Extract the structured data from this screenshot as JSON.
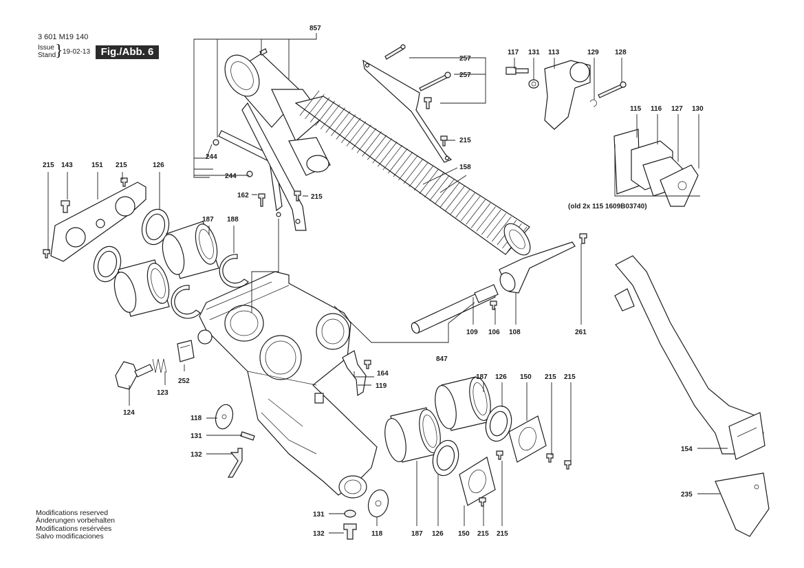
{
  "header": {
    "doc_number": "3 601 M19 140",
    "issue_label": "Issue",
    "stand_label": "Stand",
    "brace": "}",
    "date": "19-02-13",
    "figure": "Fig./Abb. 6"
  },
  "callouts": {
    "c857": "857",
    "c257a": "257",
    "c257b": "257",
    "c215_top": "215",
    "c244a": "244",
    "c244b": "244",
    "c158": "158",
    "c162": "162",
    "c215_mid": "215",
    "c215_left1": "215",
    "c143": "143",
    "c151": "151",
    "c215_left2": "215",
    "c126_top": "126",
    "c187_top": "187",
    "c188": "188",
    "c117": "117",
    "c131_top": "131",
    "c113": "113",
    "c129": "129",
    "c128": "128",
    "c115": "115",
    "c116": "116",
    "c127": "127",
    "c130": "130",
    "note_old": "(old 2x 115 1609B03740)",
    "c261": "261",
    "c109": "109",
    "c106": "106",
    "c108": "108",
    "c847": "847",
    "c164": "164",
    "c119": "119",
    "c252": "252",
    "c123": "123",
    "c124": "124",
    "c118_left": "118",
    "c131_left": "131",
    "c132_left": "132",
    "c187_mid": "187",
    "c126_mid": "126",
    "c150_mid": "150",
    "c215_r1": "215",
    "c215_r2": "215",
    "c154": "154",
    "c235": "235",
    "c131_bot": "131",
    "c132_bot": "132",
    "c118_bot": "118",
    "c187_bot": "187",
    "c126_bot": "126",
    "c150_bot": "150",
    "c215_bot1": "215",
    "c215_bot2": "215"
  },
  "footer": {
    "line1": "Modifications reserved",
    "line2": "Änderungen vorbehalten",
    "line3": "Modifications resérvées",
    "line4": "Salvo modificaciones"
  },
  "colors": {
    "ink": "#1a1a1a",
    "badge_bg": "#2b2b2b",
    "paper": "#ffffff"
  }
}
